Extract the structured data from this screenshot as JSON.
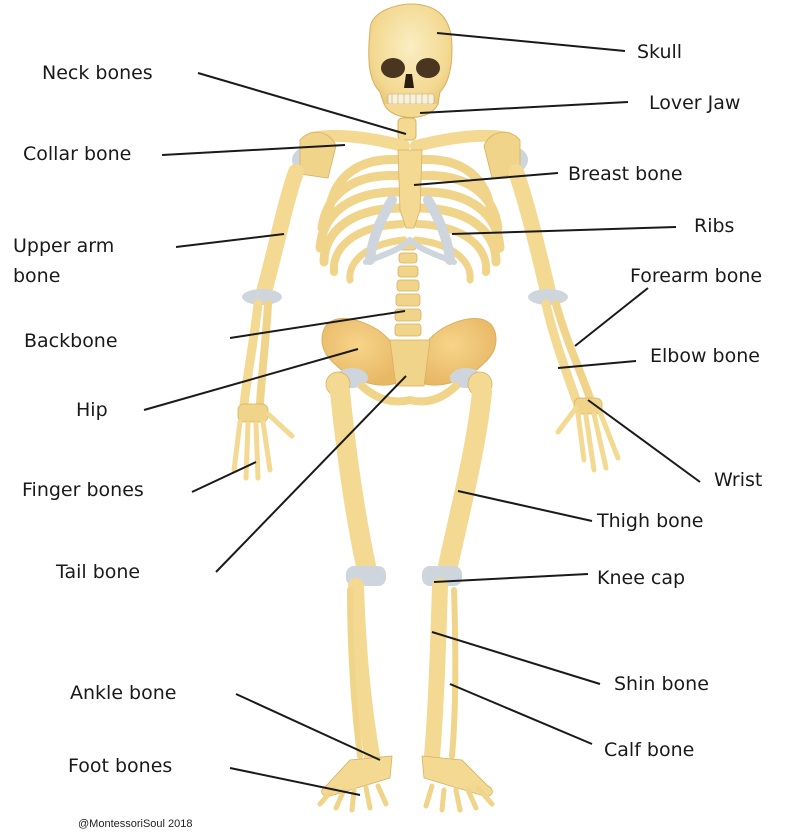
{
  "labels": {
    "skull": "Skull",
    "neck_bones": "Neck bones",
    "lower_jaw": "Lover Jaw",
    "collar_bone": "Collar bone",
    "breast_bone": "Breast bone",
    "ribs": "Ribs",
    "upper_arm_line1": "Upper arm",
    "upper_arm_line2": "bone",
    "forearm_bone": "Forearm bone",
    "backbone": "Backbone",
    "elbow_bone": "Elbow bone",
    "hip": "Hip",
    "wrist": "Wrist",
    "finger_bones": "Finger bones",
    "thigh_bone": "Thigh bone",
    "tail_bone": "Tail bone",
    "knee_cap": "Knee cap",
    "shin_bone": "Shin bone",
    "ankle_bone": "Ankle bone",
    "calf_bone": "Calf bone",
    "foot_bones": "Foot bones"
  },
  "credit": "@MontessoriSoul 2018",
  "colors": {
    "bone": "#f5dfa0",
    "bone_shade": "#e9c77a",
    "bone_dark": "#d8b060",
    "cartilage": "#cfd5dc",
    "line": "#1a1a1a"
  }
}
